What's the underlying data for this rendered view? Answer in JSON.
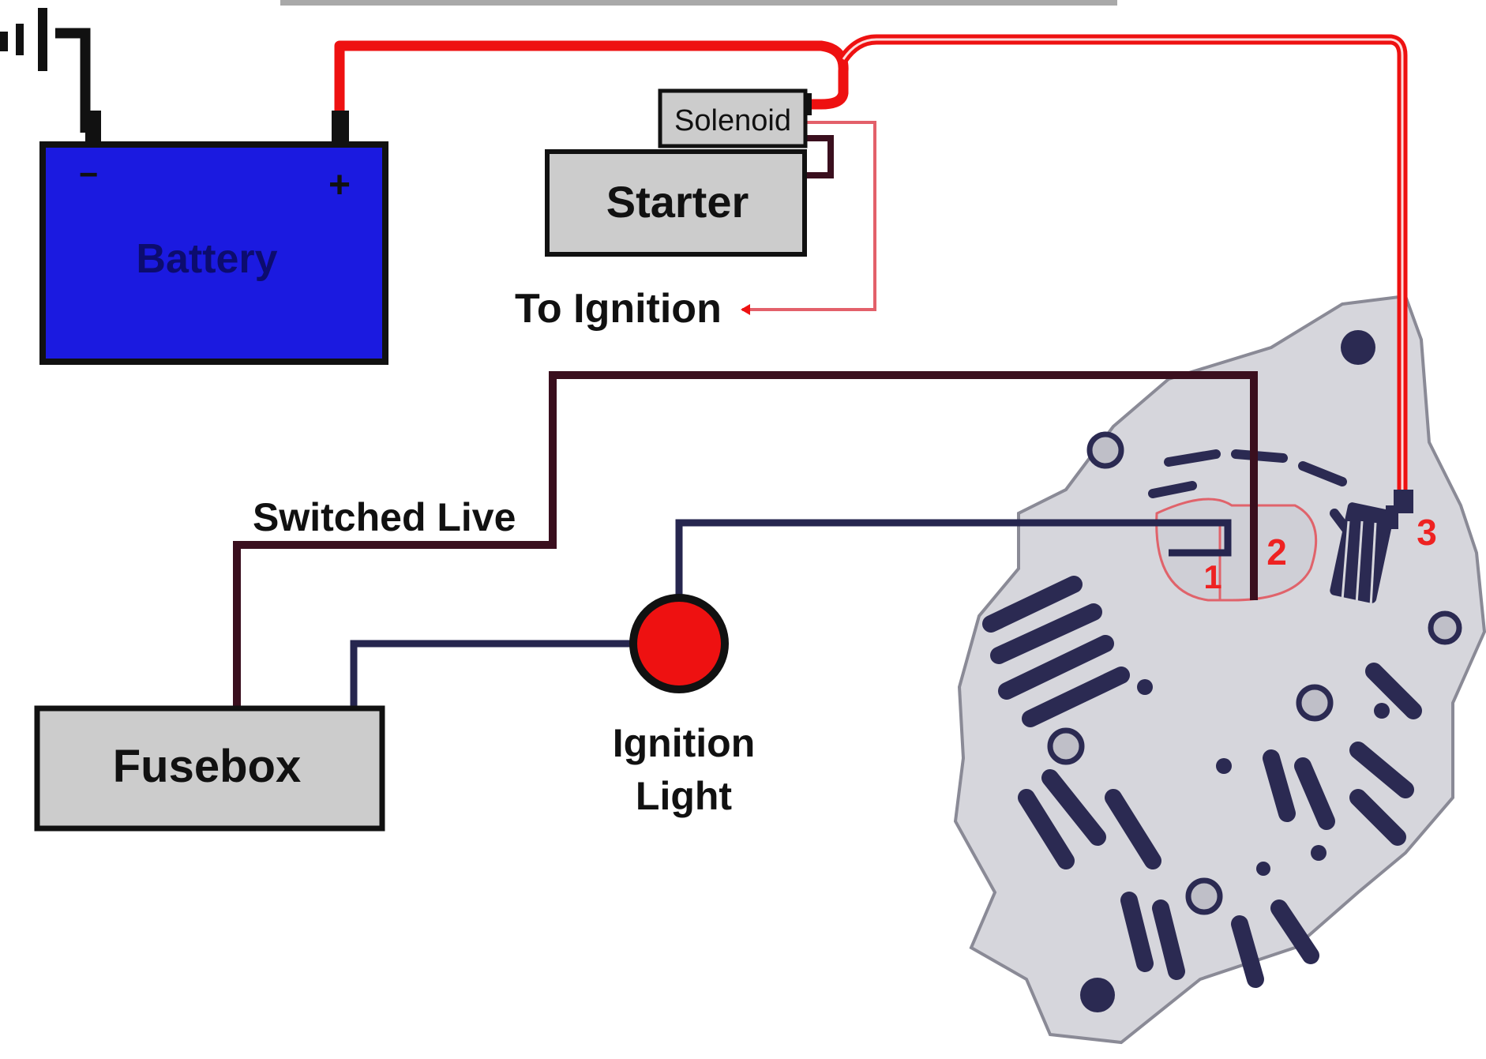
{
  "colors": {
    "battery_fill": "#1b1ae0",
    "battery_label": "#0c0c6e",
    "box_fill": "#cccccc",
    "main_wire": "#ee1111",
    "ignition_feed_wire": "#e3606a",
    "switched_live_wire": "#3a0f1e",
    "signal_wire": "#26264f",
    "warning_light": "#ee1111",
    "alternator_body": "#d6d6dc",
    "alternator_detail": "#2b2a52",
    "terminal_label": "#ee2222"
  },
  "icons": {
    "ground": "ground-symbol-icon",
    "alternator": "alternator-icon",
    "warning_light": "warning-light-icon"
  },
  "battery": {
    "label": "Battery",
    "negative": "−",
    "positive": "+"
  },
  "solenoid": {
    "label": "Solenoid"
  },
  "starter": {
    "label": "Starter"
  },
  "to_ignition": {
    "label": "To Ignition"
  },
  "switched_live": {
    "label": "Switched Live"
  },
  "fusebox": {
    "label": "Fusebox"
  },
  "ignition_light": {
    "line1": "Ignition",
    "line2": "Light"
  },
  "alternator": {
    "terminals": [
      "1",
      "2",
      "3"
    ]
  }
}
